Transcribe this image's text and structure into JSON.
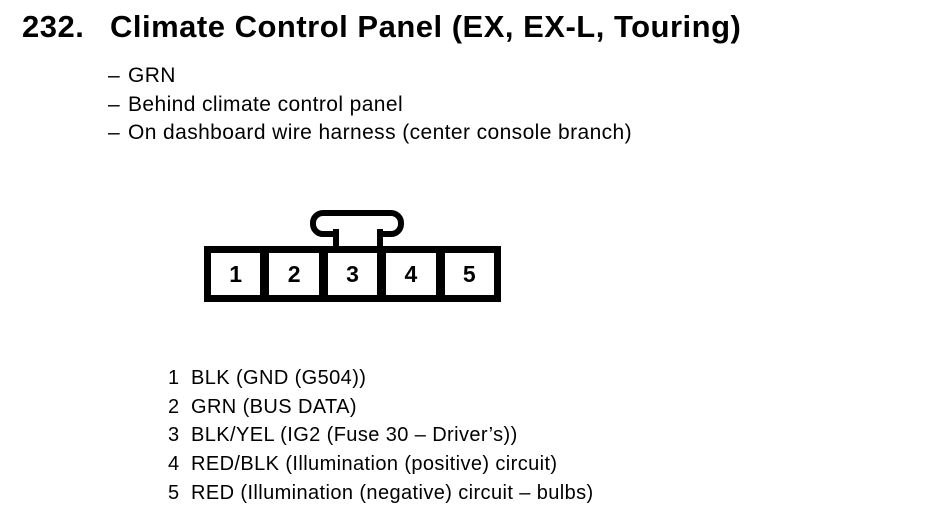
{
  "page": {
    "background_color": "#ffffff",
    "ink_color": "#000000"
  },
  "header": {
    "item_number": "232.",
    "title": "Climate Control Panel (EX, EX-L, Touring)"
  },
  "notes": {
    "marker": "–",
    "items": [
      "GRN",
      "Behind climate control panel",
      "On dashboard wire harness (center console branch)"
    ]
  },
  "connector": {
    "cavities": [
      "1",
      "2",
      "3",
      "4",
      "5"
    ]
  },
  "pinout": {
    "rows": [
      {
        "pin": "1",
        "wire": "BLK (GND (G504))"
      },
      {
        "pin": "2",
        "wire": "GRN (BUS DATA)"
      },
      {
        "pin": "3",
        "wire": "BLK/YEL (IG2 (Fuse 30 – Driver’s))"
      },
      {
        "pin": "4",
        "wire": "RED/BLK (Illumination (positive) circuit)"
      },
      {
        "pin": "5",
        "wire": "RED (Illumination (negative) circuit – bulbs)"
      }
    ]
  }
}
